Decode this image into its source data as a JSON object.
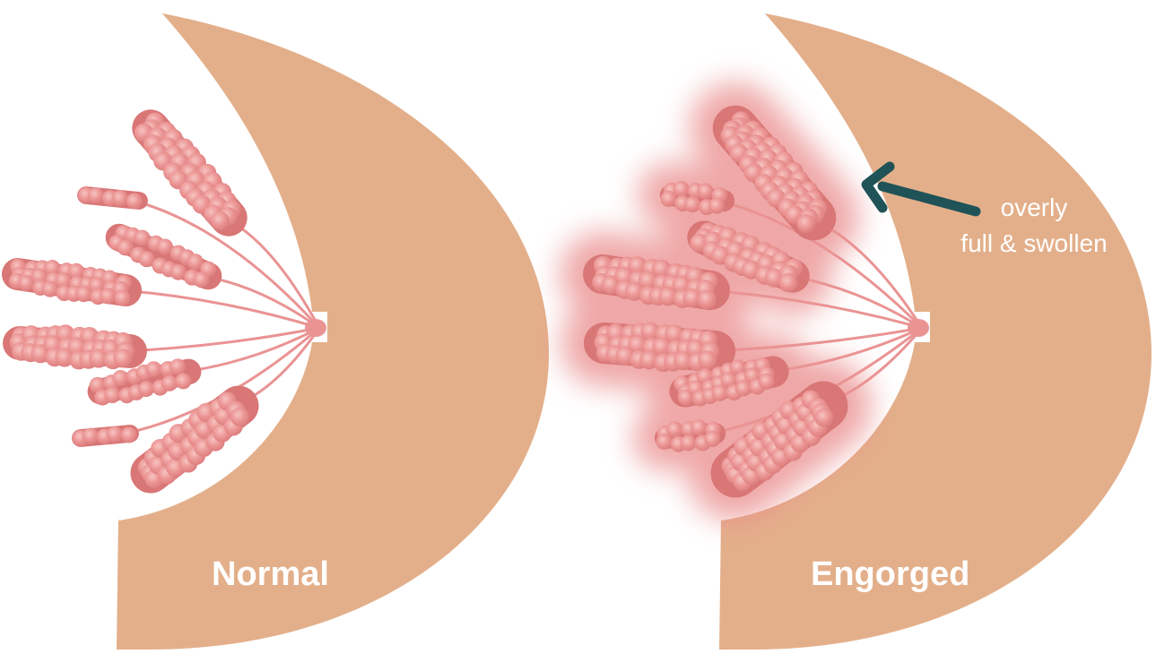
{
  "colors": {
    "background": "#ffffff",
    "breast": "#e3af8a",
    "lobule": "#e98d8d",
    "lobule_highlight": "#f4b2b0",
    "lobule_shade": "#d97676",
    "duct": "#ea9393",
    "swelling_glow": "#ea8a8a",
    "arrow": "#1f5358",
    "label_text": "#ffffff"
  },
  "panels": [
    {
      "id": "normal",
      "label": "Normal",
      "engorged": false
    },
    {
      "id": "engorged",
      "label": "Engorged",
      "engorged": true
    }
  ],
  "annotation": {
    "lines": [
      "overly",
      "full & swollen"
    ],
    "arrow_icon": "arrow-left-icon"
  }
}
